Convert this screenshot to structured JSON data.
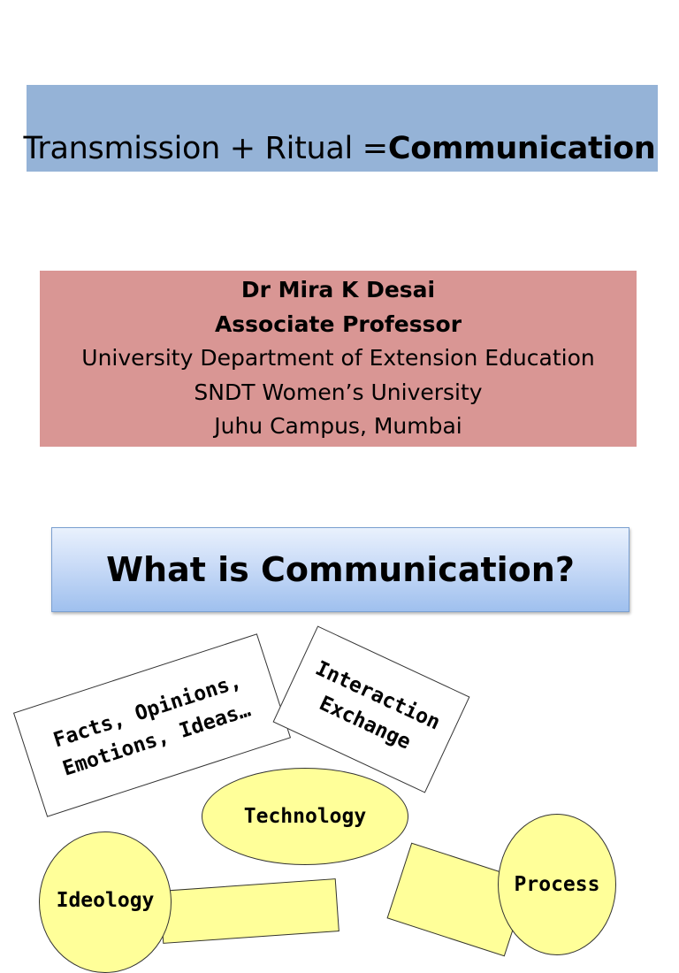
{
  "slide1": {
    "title_prefix": "Transmission + Ritual =",
    "title_bold": "Communication"
  },
  "author": {
    "name": "Dr Mira K Desai",
    "position": "Associate Professor",
    "department": "University Department of Extension Education",
    "university": "SNDT Women’s University",
    "campus": "Juhu Campus, Mumbai"
  },
  "slide2": {
    "heading": "What is Communication?",
    "note_facts_line1": "Facts, Opinions,",
    "note_facts_line2": "Emotions, Ideas…",
    "note_interaction_line1": "Interaction",
    "note_interaction_line2": "Exchange",
    "oval_technology": "Technology",
    "oval_process": "Process",
    "oval_ideology": "Ideology"
  },
  "colors": {
    "title_bar": "#95b3d7",
    "author_box": "#d99694",
    "oval_fill": "#ffff99"
  }
}
